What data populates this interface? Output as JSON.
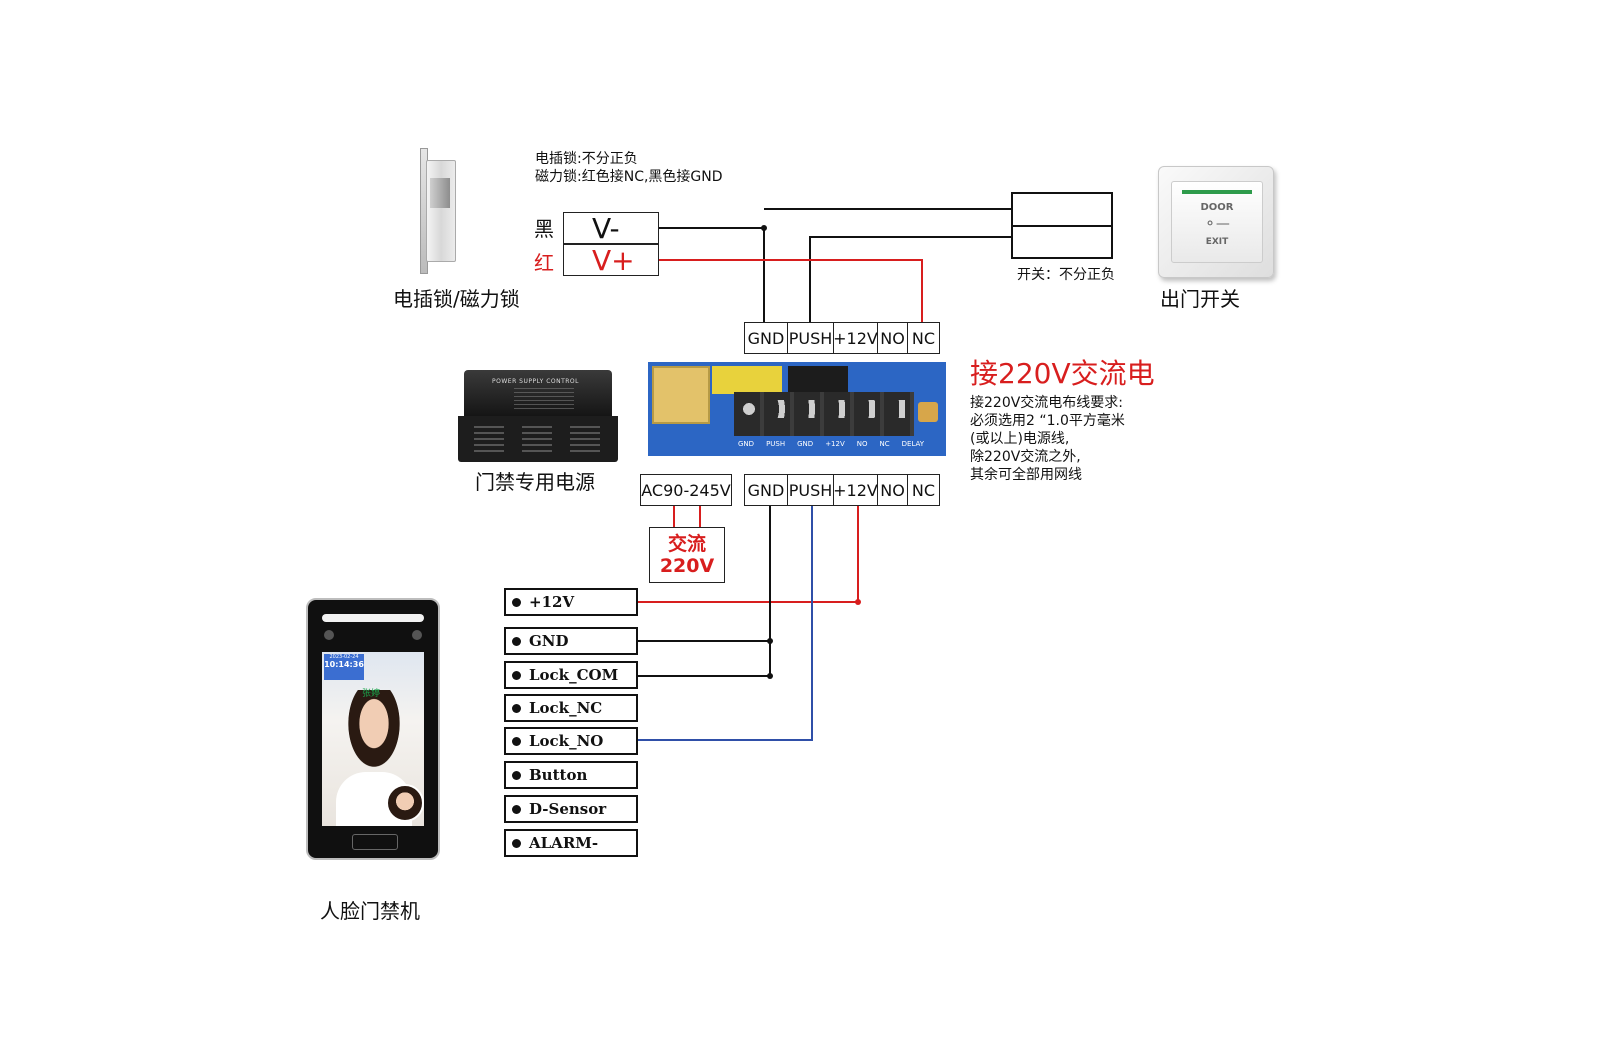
{
  "lock": {
    "note_line1": "电插锁:不分正负",
    "note_line2": "磁力锁:红色接NC,黑色接GND",
    "black_label": "黑",
    "red_label": "红",
    "v_minus": "V-",
    "v_plus": "V+",
    "caption": "电插锁/磁力锁"
  },
  "exit_switch": {
    "note": "开关：不分正负",
    "caption": "出门开关",
    "plate_text_top": "DOOR",
    "plate_text_bottom": "EXIT"
  },
  "power_supply": {
    "caption": "门禁专用电源",
    "case_label": "POWER SUPPLY CONTROL",
    "top_pins": [
      "GND",
      "PUSH",
      "+12V",
      "NO",
      "NC"
    ],
    "bottom_pins": [
      "GND",
      "PUSH",
      "+12V",
      "NO",
      "NC"
    ],
    "ac_input": "AC90-245V",
    "ac_source_line1": "交流",
    "ac_source_line2": "220V",
    "board_labels": [
      "GND",
      "PUSH",
      "GND",
      "+12V",
      "NO",
      "NC",
      "DELAY"
    ]
  },
  "ac_note": {
    "title": "接220V交流电",
    "body": "接220V交流电布线要求:\n必须选用2 “1.0平方毫米\n(或以上)电源线,\n除220V交流之外,\n其余可全部用网线"
  },
  "face_terminal": {
    "caption": "人脸门禁机",
    "screen_date": "2023-02-24",
    "screen_time": "10:14:36",
    "screen_name": "张婷",
    "terminals": [
      "+12V",
      "GND",
      "Lock_COM",
      "Lock_NC",
      "Lock_NO",
      "Button",
      "D-Sensor",
      "ALARM-"
    ]
  },
  "colors": {
    "wire_black": "#111111",
    "wire_red": "#d81e1e",
    "wire_blue": "#2f4fa8",
    "accent_red": "#d81e1e",
    "board_blue": "#2c66c4"
  }
}
